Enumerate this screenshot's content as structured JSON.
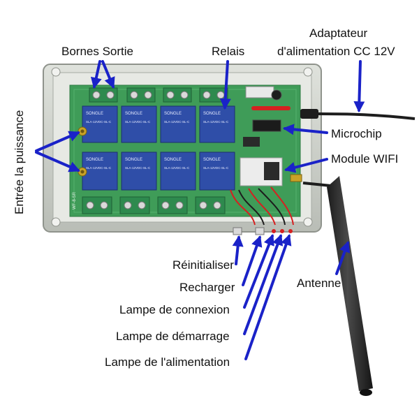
{
  "labels": {
    "bornes_sortie": "Bornes Sortie",
    "relais": "Relais",
    "adaptateur_line1": "Adaptateur",
    "adaptateur_line2": "d'alimentation CC 12V",
    "microchip": "Microchip",
    "module_wifi": "Module WIFI",
    "entree_puissance": "Entrée la puissance",
    "reinitialiser": "Réinitialiser",
    "recharger": "Recharger",
    "lampe_connexion": "Lampe de connexion",
    "lampe_demarrage": "Lampe de démarrage",
    "lampe_alimentation": "Lampe de l'alimentation",
    "antenne": "Antenne"
  },
  "components": {
    "relay_count": 8,
    "relay_text": "SONGLE",
    "relay_model": "SLA-12VDC-SL-C",
    "board_marking": "WF-8-SR",
    "output_terminal_blocks": 8
  },
  "colors": {
    "arrow": "#1a22c8",
    "pcb": "#3f9c58",
    "relay": "#2f4ea8",
    "case": "#c9cdc6",
    "terminal": "#2e8a4e"
  }
}
